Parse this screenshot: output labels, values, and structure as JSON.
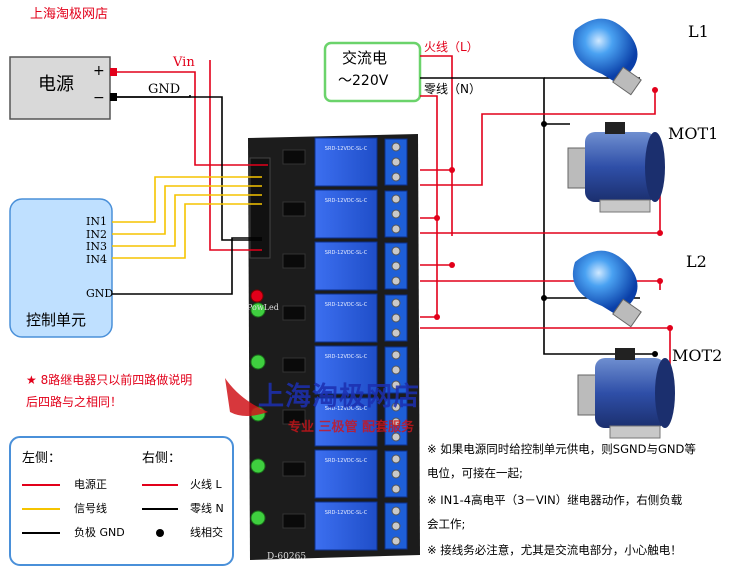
{
  "shop_name": "上海淘极网店",
  "power_supply": {
    "label": "电源",
    "plus": "+",
    "minus": "−"
  },
  "wires": {
    "vin": "Vin",
    "gnd": "GND",
    "live": "火线（L）",
    "neutral": "零线（N）"
  },
  "ac_source": {
    "line1": "交流电",
    "line2": "～220V"
  },
  "controller": {
    "label": "控制单元",
    "pins": [
      "IN1",
      "IN2",
      "IN3",
      "IN4",
      "GND"
    ]
  },
  "loads": {
    "l1": "L1",
    "mot1": "MOT1",
    "l2": "L2",
    "mot2": "MOT2"
  },
  "board": {
    "model": "D-60265",
    "led_label": "PowLed",
    "relay_text": "SRD-12VDC-SL-C"
  },
  "note_star": {
    "line1": "★ 8路继电器只以前四路做说明",
    "line2": "后四路与之相同！"
  },
  "watermark": {
    "title": "上海淘极网店",
    "subtitle": "专业  三极管  配套服务"
  },
  "legend": {
    "left_title": "左侧：",
    "right_title": "右侧：",
    "left_items": [
      "电源正",
      "信号线",
      "负极 GND"
    ],
    "right_items": [
      "火线 L",
      "零线 N",
      "线相交"
    ],
    "colors": {
      "red": "#e2001a",
      "yellow": "#f5c400",
      "black": "#000000"
    }
  },
  "notes": [
    "※ 如果电源同时给控制单元供电，则SGND与GND等",
    "电位，可接在一起;",
    "※ IN1-4高电平（3－VIN）继电器动作，右侧负载",
    "会工作;",
    "※ 接线务必注意，尤其是交流电部分，小心触电！"
  ]
}
